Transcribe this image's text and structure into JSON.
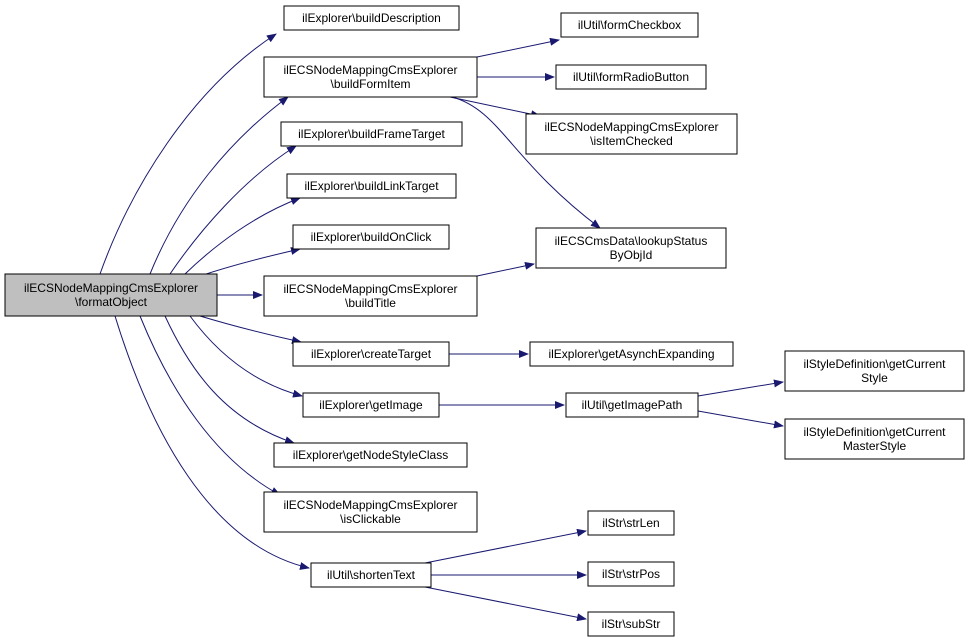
{
  "colors": {
    "edge": "#191970",
    "node_fill": "#ffffff",
    "root_fill": "#bfbfbf",
    "border": "#000000"
  },
  "nodes": [
    {
      "id": "root",
      "lines": [
        "ilECSNodeMappingCmsExplorer",
        "\\formatObject"
      ],
      "root": true
    },
    {
      "id": "n1",
      "lines": [
        "ilExplorer\\buildDescription"
      ]
    },
    {
      "id": "n2",
      "lines": [
        "ilECSNodeMappingCmsExplorer",
        "\\buildFormItem"
      ]
    },
    {
      "id": "n3",
      "lines": [
        "ilExplorer\\buildFrameTarget"
      ]
    },
    {
      "id": "n4",
      "lines": [
        "ilExplorer\\buildLinkTarget"
      ]
    },
    {
      "id": "n5",
      "lines": [
        "ilExplorer\\buildOnClick"
      ]
    },
    {
      "id": "n6",
      "lines": [
        "ilECSNodeMappingCmsExplorer",
        "\\buildTitle"
      ]
    },
    {
      "id": "n7",
      "lines": [
        "ilExplorer\\createTarget"
      ]
    },
    {
      "id": "n8",
      "lines": [
        "ilExplorer\\getImage"
      ]
    },
    {
      "id": "n9",
      "lines": [
        "ilExplorer\\getNodeStyleClass"
      ]
    },
    {
      "id": "n10",
      "lines": [
        "ilECSNodeMappingCmsExplorer",
        "\\isClickable"
      ]
    },
    {
      "id": "n11",
      "lines": [
        "ilUtil\\shortenText"
      ]
    },
    {
      "id": "n12",
      "lines": [
        "ilUtil\\formCheckbox"
      ]
    },
    {
      "id": "n13",
      "lines": [
        "ilUtil\\formRadioButton"
      ]
    },
    {
      "id": "n14",
      "lines": [
        "ilECSNodeMappingCmsExplorer",
        "\\isItemChecked"
      ]
    },
    {
      "id": "n15",
      "lines": [
        "ilECSCmsData\\lookupStatus",
        "ByObjId"
      ]
    },
    {
      "id": "n16",
      "lines": [
        "ilExplorer\\getAsynchExpanding"
      ]
    },
    {
      "id": "n17",
      "lines": [
        "ilUtil\\getImagePath"
      ]
    },
    {
      "id": "n18",
      "lines": [
        "ilStyleDefinition\\getCurrent",
        "Style"
      ]
    },
    {
      "id": "n19",
      "lines": [
        "ilStyleDefinition\\getCurrent",
        "MasterStyle"
      ]
    },
    {
      "id": "n20",
      "lines": [
        "ilStr\\strLen"
      ]
    },
    {
      "id": "n21",
      "lines": [
        "ilStr\\strPos"
      ]
    },
    {
      "id": "n22",
      "lines": [
        "ilStr\\subStr"
      ]
    }
  ],
  "edges": [
    {
      "from": "root",
      "to": "n1"
    },
    {
      "from": "root",
      "to": "n2"
    },
    {
      "from": "root",
      "to": "n3"
    },
    {
      "from": "root",
      "to": "n4"
    },
    {
      "from": "root",
      "to": "n5"
    },
    {
      "from": "root",
      "to": "n6"
    },
    {
      "from": "root",
      "to": "n7"
    },
    {
      "from": "root",
      "to": "n8"
    },
    {
      "from": "root",
      "to": "n9"
    },
    {
      "from": "root",
      "to": "n10"
    },
    {
      "from": "root",
      "to": "n11"
    },
    {
      "from": "n2",
      "to": "n12"
    },
    {
      "from": "n2",
      "to": "n13"
    },
    {
      "from": "n2",
      "to": "n14"
    },
    {
      "from": "n2",
      "to": "n15"
    },
    {
      "from": "n6",
      "to": "n15"
    },
    {
      "from": "n7",
      "to": "n16"
    },
    {
      "from": "n8",
      "to": "n17"
    },
    {
      "from": "n17",
      "to": "n18"
    },
    {
      "from": "n17",
      "to": "n19"
    },
    {
      "from": "n11",
      "to": "n20"
    },
    {
      "from": "n11",
      "to": "n21"
    },
    {
      "from": "n11",
      "to": "n22"
    }
  ]
}
